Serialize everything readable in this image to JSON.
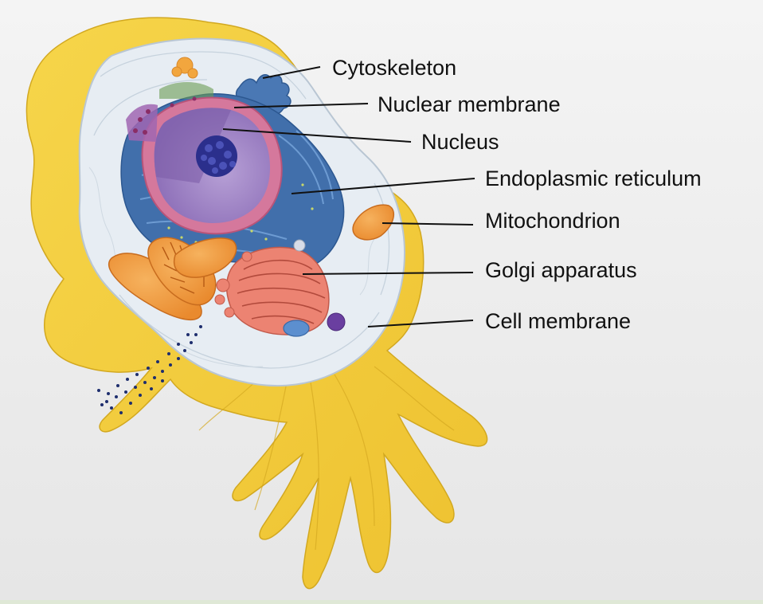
{
  "labels": {
    "cytoskeleton": "Cytoskeleton",
    "nuclear_membrane": "Nuclear membrane",
    "nucleus": "Nucleus",
    "endoplasmic_reticulum": "Endoplasmic reticulum",
    "mitochondrion": "Mitochondrion",
    "golgi_apparatus": "Golgi apparatus",
    "cell_membrane": "Cell membrane"
  },
  "colors": {
    "cell_body": "#f1cc3c",
    "cell_body_shade": "#d9ac1f",
    "cytoplasm": "#e6ecf2",
    "cytoplasm_edge": "#b9c6d3",
    "endoplasmic_reticulum": "#3e6ea8",
    "nucleus": "#9a7cc0",
    "nuclear_membrane": "#d9739a",
    "nucleolus": "#2a2f8a",
    "mitochondrion": "#f09a3c",
    "golgi": "#ea7a6b",
    "vesicle_blue": "#5c8fcf",
    "vesicle_purple": "#6a3fa0",
    "leader_line": "#111111"
  }
}
